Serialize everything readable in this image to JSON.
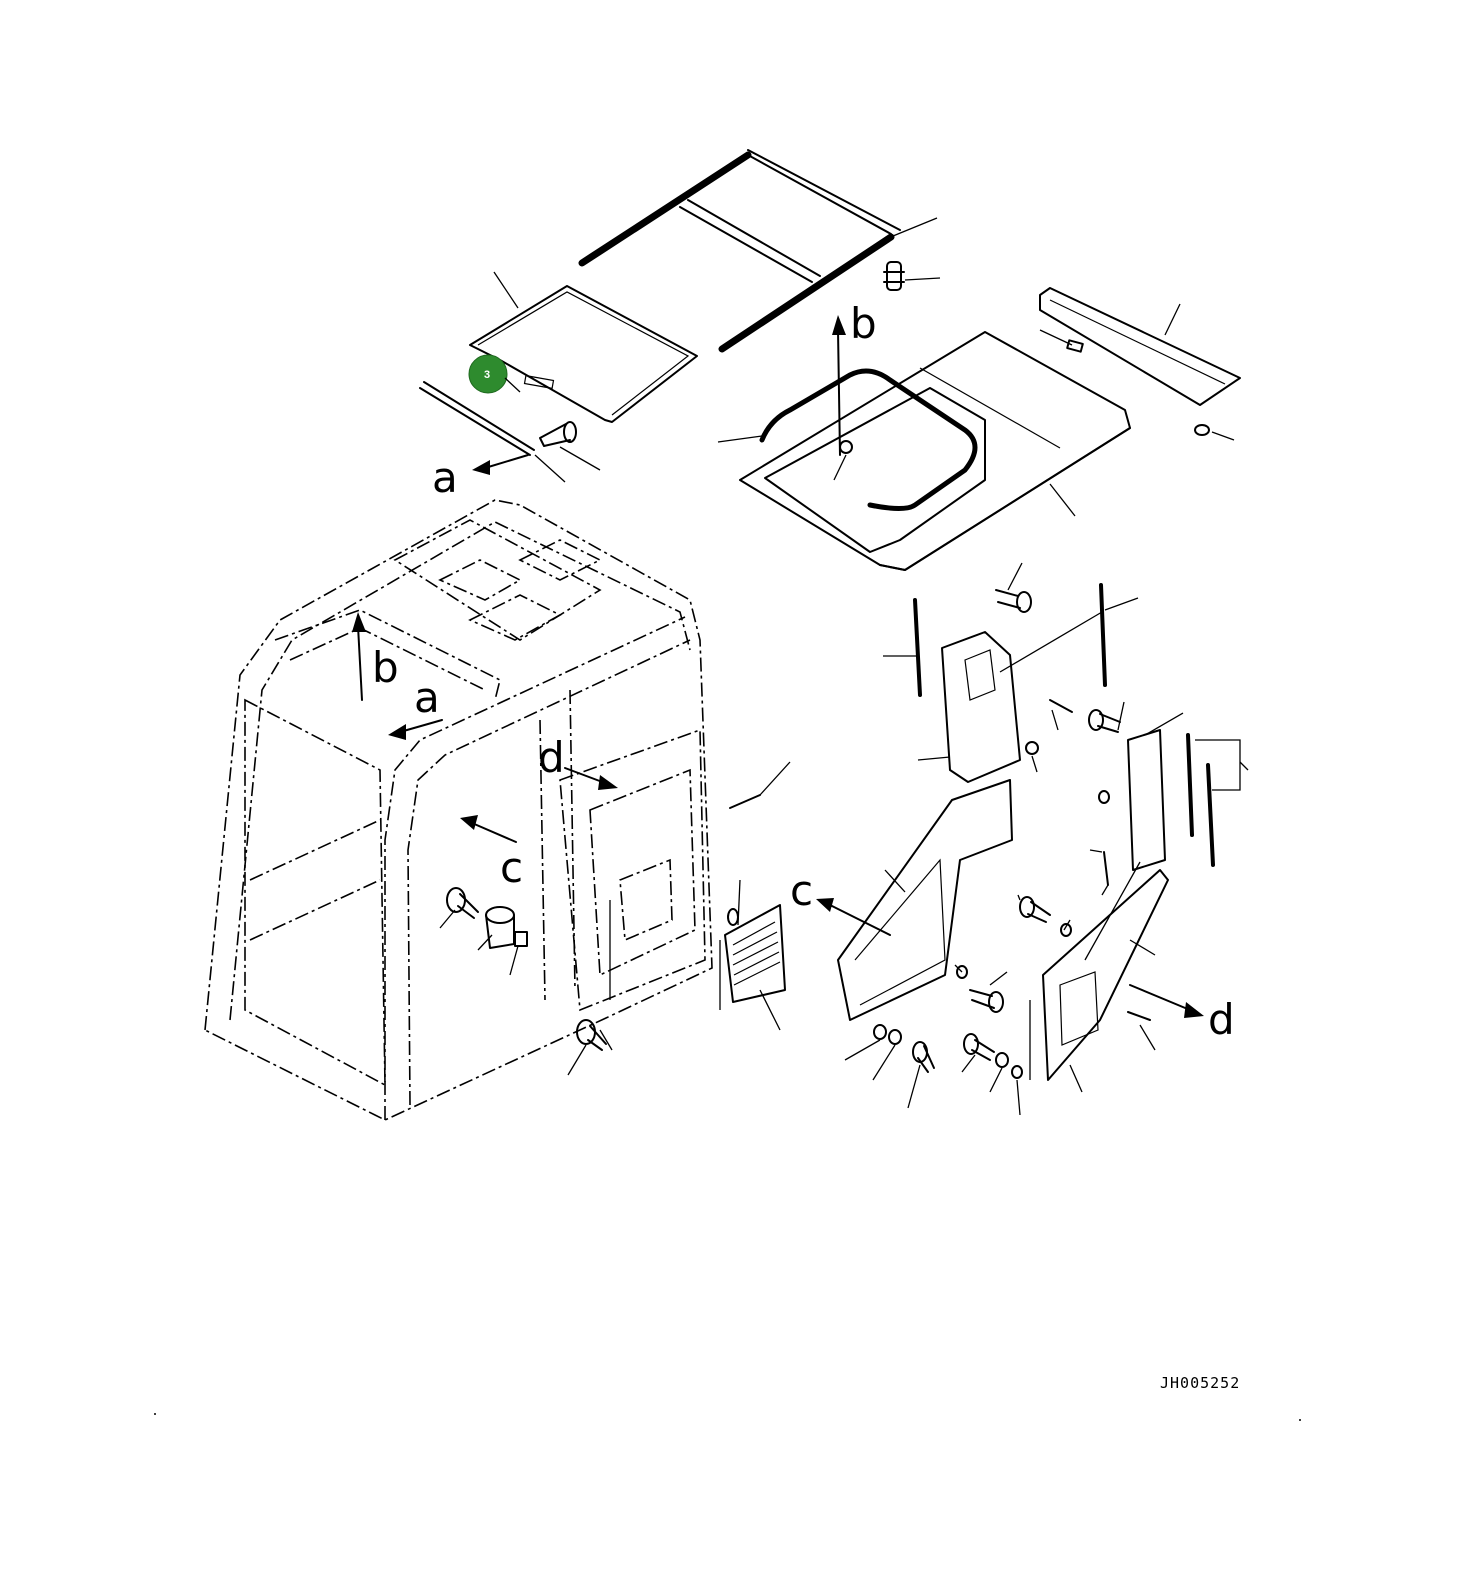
{
  "diagram": {
    "drawing_code": "JH005252",
    "callout": {
      "number": "3",
      "color": "#2e8b2e"
    },
    "view_labels": [
      "a",
      "b",
      "c",
      "d"
    ]
  }
}
